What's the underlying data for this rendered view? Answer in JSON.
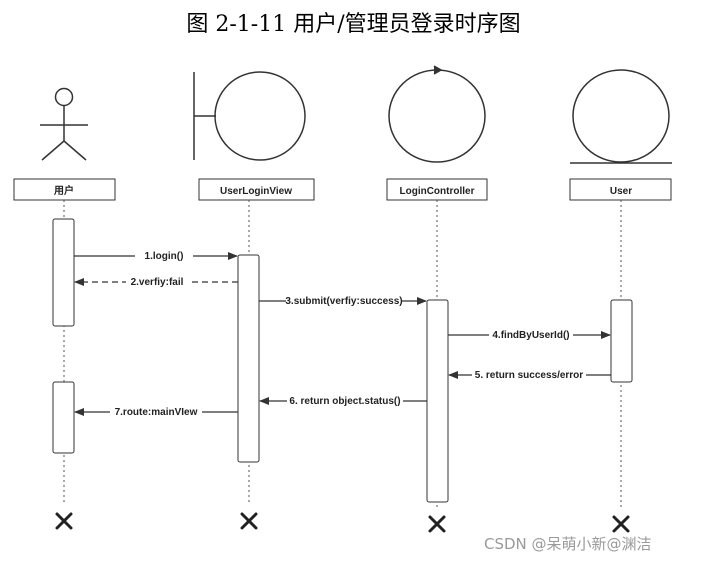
{
  "title": "图 2-1-11 用户/管理员登录时序图",
  "participants": [
    {
      "name": "用户",
      "icon": "actor-icon"
    },
    {
      "name": "UserLoginView",
      "icon": "boundary-icon"
    },
    {
      "name": "LoginController",
      "icon": "control-icon"
    },
    {
      "name": "User",
      "icon": "entity-icon"
    }
  ],
  "messages": [
    {
      "label": "1.login()",
      "from": 0,
      "to": 1,
      "kind": "sync"
    },
    {
      "label": "2.verfiy:fail",
      "from": 1,
      "to": 0,
      "kind": "return"
    },
    {
      "label": "3.submit(verfiy:success)",
      "from": 1,
      "to": 2,
      "kind": "sync"
    },
    {
      "label": "4.findByUserId()",
      "from": 2,
      "to": 3,
      "kind": "sync"
    },
    {
      "label": "5. return success/error",
      "from": 3,
      "to": 2,
      "kind": "sync"
    },
    {
      "label": "6. return object.status()",
      "from": 2,
      "to": 1,
      "kind": "sync"
    },
    {
      "label": "7.route:mainVIew",
      "from": 1,
      "to": 0,
      "kind": "sync"
    }
  ],
  "watermark": "CSDN @呆萌小新@渊洁"
}
